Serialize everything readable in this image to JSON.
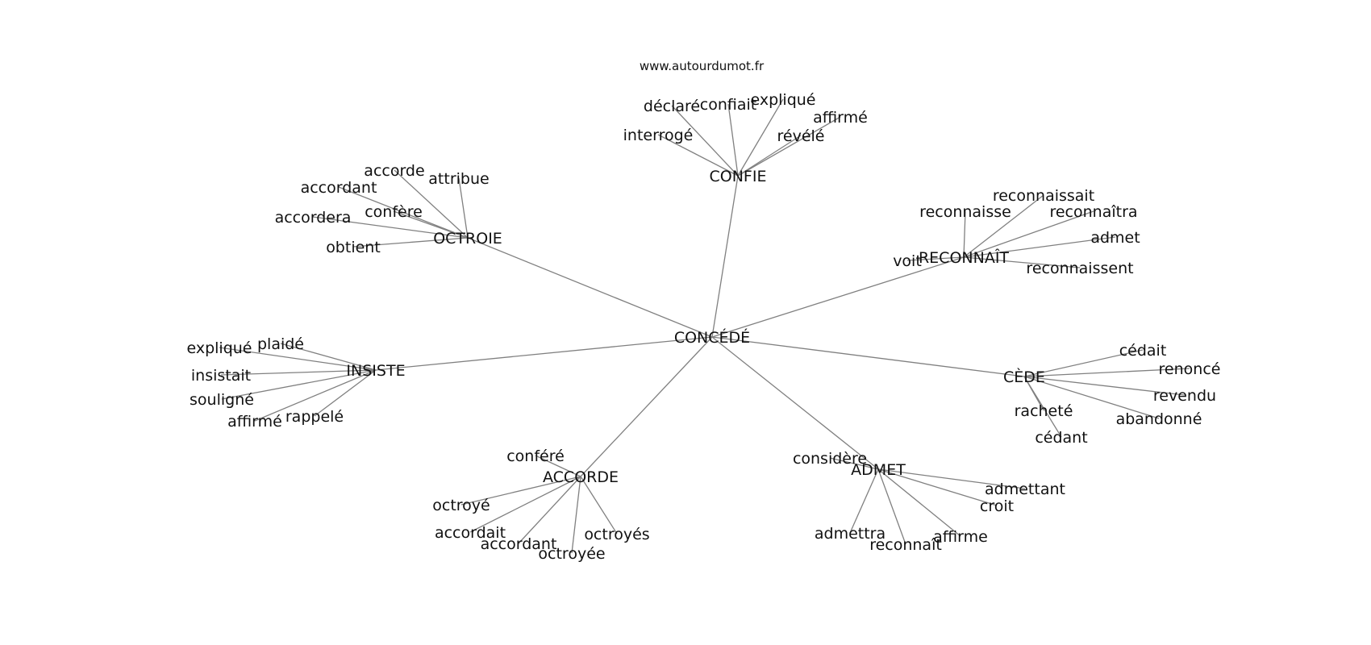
{
  "credit": "www.autourdumot.fr",
  "colors": {
    "edge": "#808080",
    "text": "#111111",
    "background": "#ffffff"
  },
  "graph": {
    "root": "CONCÉDÉ",
    "hubs": [
      {
        "label": "CONFIE",
        "leaves": [
          "déclaré",
          "confiait",
          "expliqué",
          "affirmé",
          "interrogé",
          "révélé"
        ]
      },
      {
        "label": "OCTROIE",
        "leaves": [
          "accorde",
          "attribue",
          "accordant",
          "confère",
          "accordera",
          "obtient"
        ]
      },
      {
        "label": "RECONNAÎT",
        "leaves": [
          "reconnaissait",
          "reconnaisse",
          "reconnaîtra",
          "admet",
          "voit",
          "reconnaissent"
        ]
      },
      {
        "label": "INSISTE",
        "leaves": [
          "expliqué",
          "plaidé",
          "insistait",
          "souligné",
          "affirmé",
          "rappelé"
        ]
      },
      {
        "label": "CÈDE",
        "leaves": [
          "cédait",
          "renoncé",
          "revendu",
          "racheté",
          "abandonné",
          "cédant"
        ]
      },
      {
        "label": "ACCORDE",
        "leaves": [
          "conféré",
          "octroyé",
          "accordait",
          "accordant",
          "octroyée",
          "octroyés"
        ]
      },
      {
        "label": "ADMET",
        "leaves": [
          "considère",
          "admettant",
          "croit",
          "admettra",
          "reconnaît",
          "affirme"
        ]
      }
    ]
  }
}
